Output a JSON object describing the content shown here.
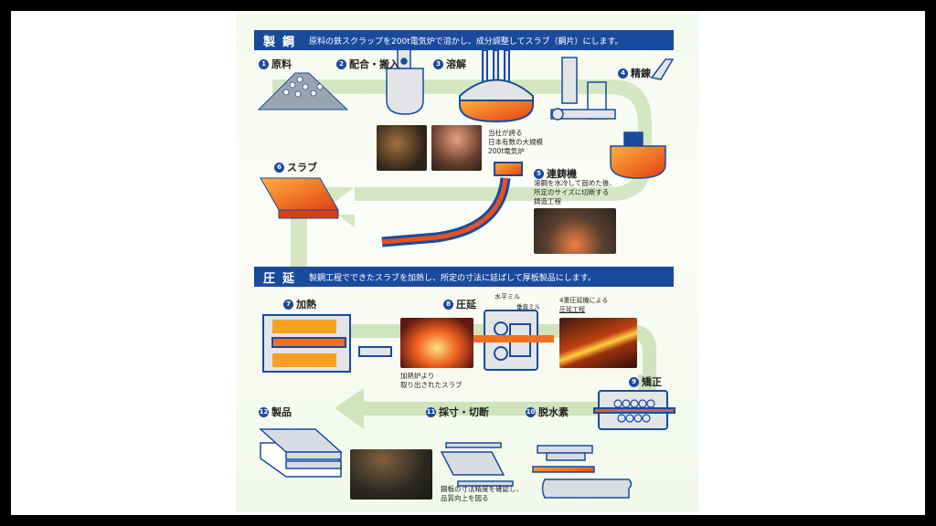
{
  "section1": {
    "title": "製鋼",
    "description": "原料の鉄スクラップを200t電気炉で溶かし、成分調整してスラブ（鋼片）にします。"
  },
  "section2": {
    "title": "圧延",
    "description": "製鋼工程でできたスラブを加熱し、所定の寸法に延ばして厚板製品にします。"
  },
  "steps": [
    {
      "num": "1",
      "label": "原料"
    },
    {
      "num": "2",
      "label": "配合・搬入"
    },
    {
      "num": "3",
      "label": "溶解"
    },
    {
      "num": "4",
      "label": "精錬"
    },
    {
      "num": "5",
      "label": "連鋳機"
    },
    {
      "num": "6",
      "label": "スラブ"
    },
    {
      "num": "7",
      "label": "加熱"
    },
    {
      "num": "8",
      "label": "圧延"
    },
    {
      "num": "9",
      "label": "矯正"
    },
    {
      "num": "10",
      "label": "脱水素"
    },
    {
      "num": "11",
      "label": "採寸・切断"
    },
    {
      "num": "12",
      "label": "製品"
    }
  ],
  "captions": {
    "furnace": [
      "当社が誇る",
      "日本有数の大規模",
      "200t電気炉"
    ],
    "caster": [
      "溶鋼を水冷して固めた後、",
      "所定のサイズに切断する",
      "鋳造工程"
    ],
    "heated_slab": [
      "加熱炉より",
      "取り出されたスラブ"
    ],
    "horizontal_mill": "水平ミル",
    "vertical_mill": "垂直ミル",
    "rolling": [
      "4重圧延機による",
      "圧延工程"
    ],
    "inspection": [
      "鋼板の寸法精度を確認し、",
      "品質向上を図る"
    ]
  },
  "colors": {
    "accent": "#1a4a9c",
    "flow": "#cfe3bd",
    "hot": "#f07020"
  }
}
